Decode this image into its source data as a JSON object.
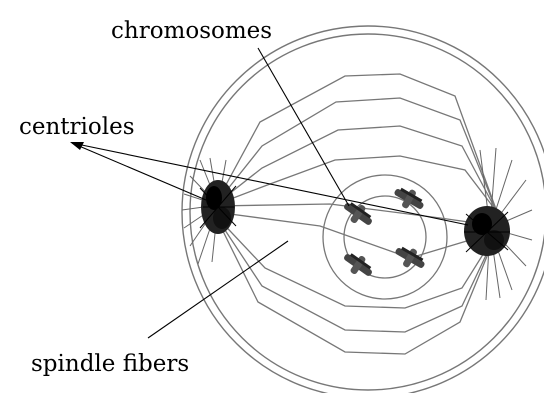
{
  "figure": {
    "labels": {
      "chromosomes": "chromosomes",
      "centrioles": "centrioles",
      "spindle_fibers": "spindle fibers"
    },
    "colors": {
      "ink": "#000000",
      "line": "#777777",
      "background": "#ffffff"
    }
  }
}
